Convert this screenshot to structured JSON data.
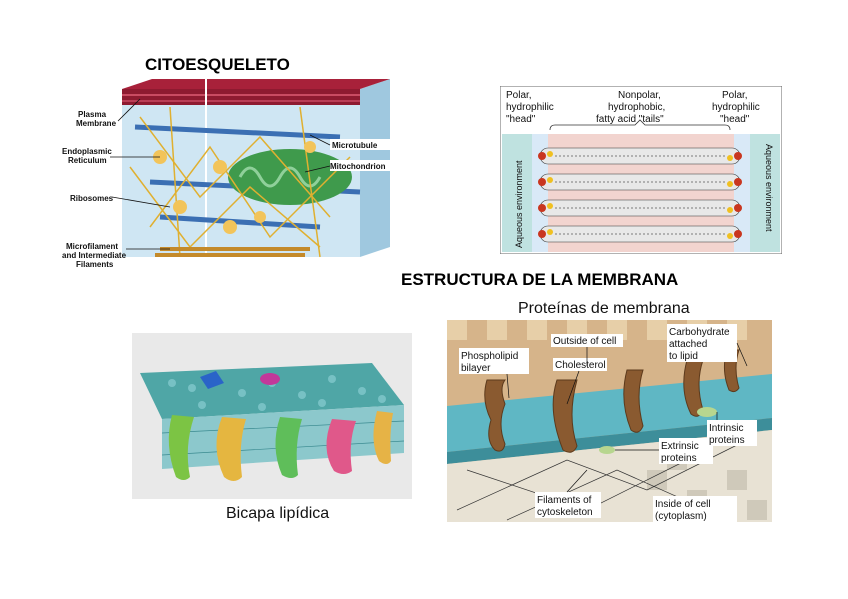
{
  "titles": {
    "cytoskeleton": "CITOESQUELETO",
    "membrane_structure": "ESTRUCTURA DE LA MEMBRANA",
    "membrane_proteins": "Proteínas de membrana",
    "lipid_bilayer": "Bicapa lipídica"
  },
  "cytoskeleton_figure": {
    "labels": {
      "plasma_membrane_1": "Plasma",
      "plasma_membrane_2": "Membrane",
      "er_1": "Endoplasmic",
      "er_2": "Reticulum",
      "ribosomes": "Ribosomes",
      "microfilament_1": "Microfilament",
      "microfilament_2": "and Intermediate",
      "microfilament_3": "Filaments",
      "microtubule": "Microtubule",
      "mitochondrion": "Mitochondrion"
    }
  },
  "phospholipid_figure": {
    "labels": {
      "polar_left_1": "Polar,",
      "polar_left_2": "hydrophilic",
      "polar_left_3": "\"head\"",
      "nonpolar_1": "Nonpolar,",
      "nonpolar_2": "hydrophobic,",
      "nonpolar_3": "fatty acid \"tails\"",
      "polar_right_1": "Polar,",
      "polar_right_2": "hydrophilic",
      "polar_right_3": "\"head\"",
      "aqueous_left": "Aqueous environment",
      "aqueous_right": "Aqueous environment"
    }
  },
  "membrane_proteins_figure": {
    "labels": {
      "phospholipid_1": "Phospholipid",
      "phospholipid_2": "bilayer",
      "outside_cell": "Outside of cell",
      "cholesterol": "Cholesterol",
      "carbohydrate_1": "Carbohydrate",
      "carbohydrate_2": "attached",
      "carbohydrate_3": "to lipid",
      "intrinsic_1": "Intrinsic",
      "intrinsic_2": "proteins",
      "extrinsic_1": "Extrinsic",
      "extrinsic_2": "proteins",
      "filaments_1": "Filaments of",
      "filaments_2": "cytoskeleton",
      "inside_1": "Inside of cell",
      "inside_2": "(cytoplasm)"
    }
  },
  "colors": {
    "membrane_red": "#a8213a",
    "cytosol_blue": "#cfe6f3",
    "mitochondrion_green": "#3f9a4c",
    "head_teal": "#4fa6a6",
    "bilayer_cyan": "#5fb7c4",
    "protein_bg": "#d6b48a"
  }
}
